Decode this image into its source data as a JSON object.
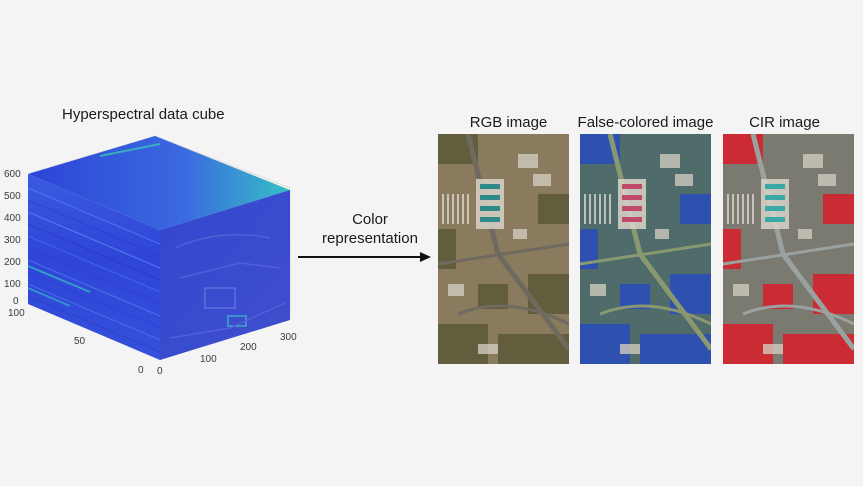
{
  "cube": {
    "title": "Hyperspectral data cube",
    "z_ticks": [
      "0",
      "100",
      "200",
      "300",
      "400",
      "500",
      "600"
    ],
    "y_ticks": [
      "100",
      "50",
      "0"
    ],
    "x_ticks": [
      "0",
      "100",
      "200",
      "300"
    ]
  },
  "arrow": {
    "line1": "Color",
    "line2": "representation"
  },
  "panels": [
    {
      "title": "RGB image",
      "base": "#8a7a5e",
      "vegetation": "#5d5a3a",
      "road": "#6f6a60",
      "accent": "#2e8a86"
    },
    {
      "title": "False-colored image",
      "base": "#4f6c6a",
      "vegetation": "#2a4fb8",
      "road": "#8a9870",
      "accent": "#c04a6a"
    },
    {
      "title": "CIR image",
      "base": "#7a7a70",
      "vegetation": "#d4232e",
      "road": "#9aa2a0",
      "accent": "#38a8a8"
    }
  ]
}
